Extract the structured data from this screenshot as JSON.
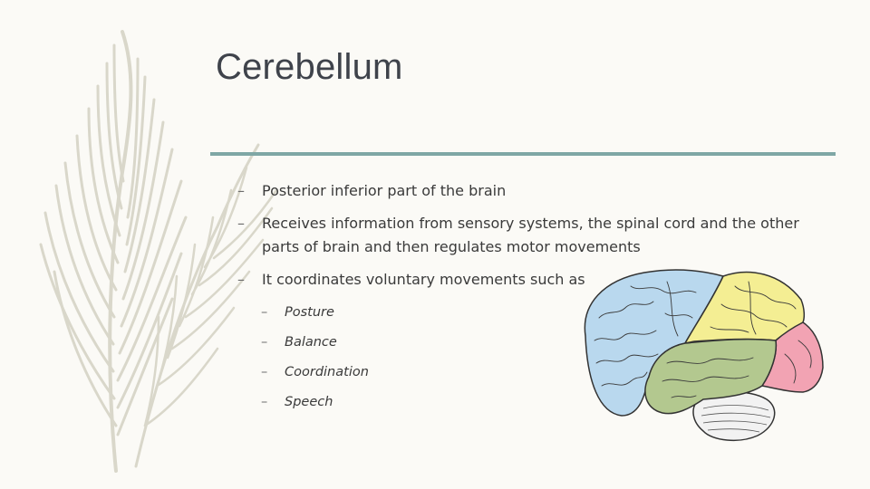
{
  "slide": {
    "title": "Cerebellum",
    "accent_color": "#7fa7a5",
    "bullets": [
      {
        "marker": "–",
        "text": "Posterior inferior part of the brain"
      },
      {
        "marker": "–",
        "text": "Receives information from sensory systems, the spinal cord and the other parts of brain and then regulates motor movements"
      },
      {
        "marker": "–",
        "text": "It coordinates voluntary movements such as"
      }
    ],
    "sub_bullets": [
      {
        "marker": "–",
        "text": "Posture"
      },
      {
        "marker": "–",
        "text": "Balance"
      },
      {
        "marker": "–",
        "text": "Coordination"
      },
      {
        "marker": "–",
        "text": "Speech"
      }
    ],
    "brain_lobe_colors": {
      "frontal": "#b9d8ee",
      "parietal": "#f4ee93",
      "occipital": "#f2a3b3",
      "temporal": "#b3c88f",
      "cerebellum": "#f2f2f2"
    }
  }
}
